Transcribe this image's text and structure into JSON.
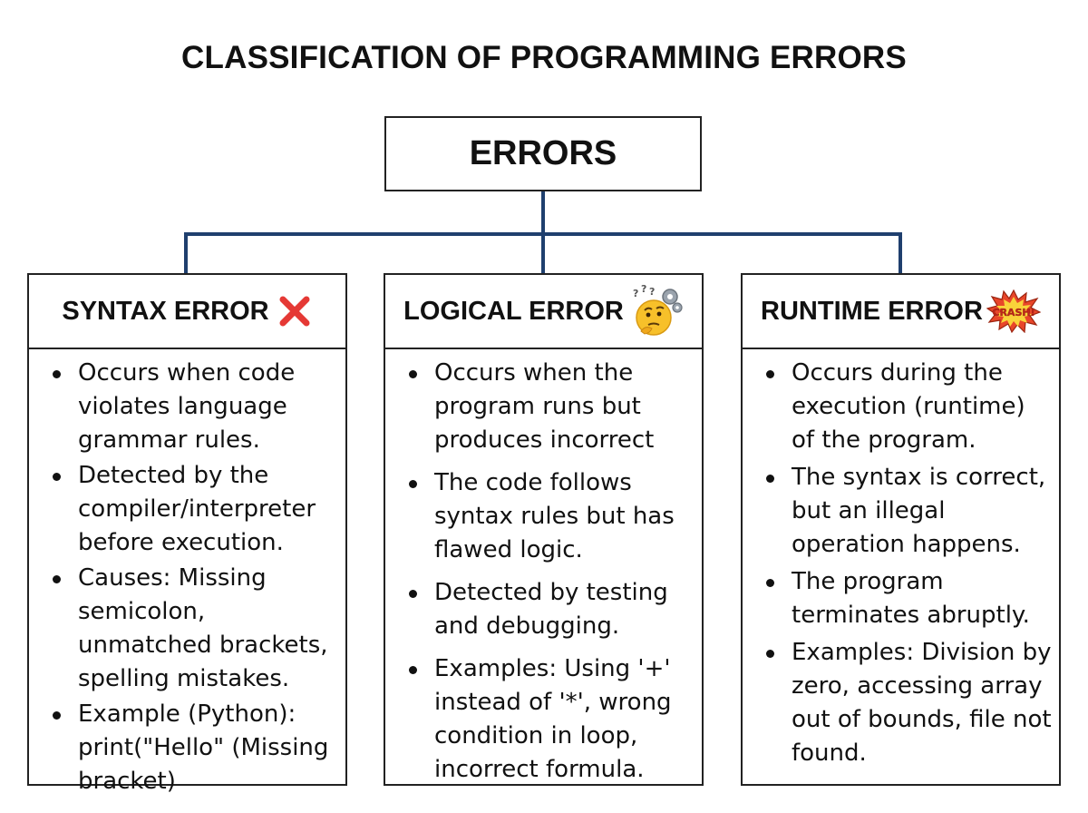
{
  "title": "CLASSIFICATION OF PROGRAMMING ERRORS",
  "root": {
    "label": "ERRORS"
  },
  "colors": {
    "connector": "#1f3f6e",
    "border": "#222222",
    "cross": "#e53935"
  },
  "columns": [
    {
      "id": "syntax",
      "heading": "SYNTAX ERROR",
      "icon": "cross-mark-icon",
      "points": [
        "Occurs when code violates language grammar rules.",
        "Detected by the compiler/interpreter before execution.",
        "Causes: Missing semicolon, unmatched brackets, spelling mistakes.",
        "Example (Python): print(\"Hello\" (Missing bracket)"
      ]
    },
    {
      "id": "logical",
      "heading": "LOGICAL ERROR",
      "icon": "thinking-face-icon",
      "points": [
        "Occurs when the program runs but produces incorrect",
        "The code follows syntax rules but has flawed logic.",
        "Detected by testing and debugging.",
        "Examples: Using '+' instead of '*', wrong condition in loop, incorrect formula."
      ]
    },
    {
      "id": "runtime",
      "heading": "RUNTIME ERROR",
      "icon": "crash-burst-icon",
      "icon_text": "CRASH!",
      "points": [
        "Occurs during the execution (runtime) of the program.",
        "The syntax is correct, but an illegal operation happens.",
        "The program terminates abruptly.",
        "Examples: Division by zero, accessing array out of bounds, file not found."
      ]
    }
  ]
}
